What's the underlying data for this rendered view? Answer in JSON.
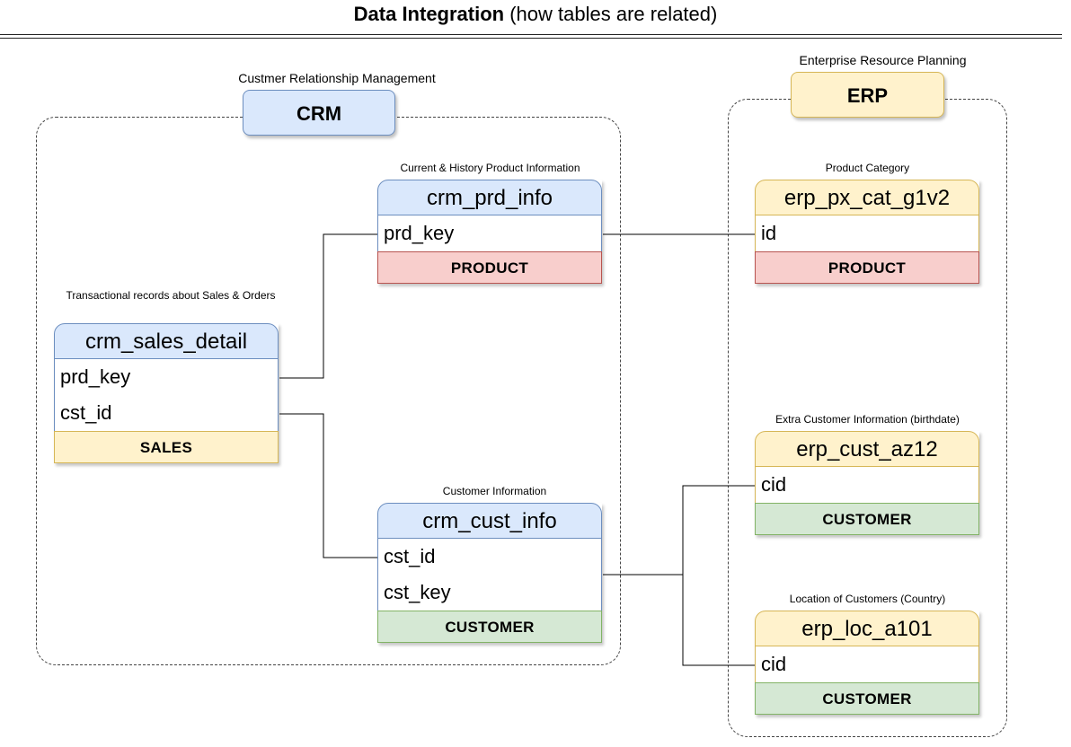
{
  "title": {
    "bold": "Data Integration",
    "rest": " (how tables are related)"
  },
  "groups": {
    "crm": {
      "label": "CRM",
      "caption": "Custmer Relationship Management"
    },
    "erp": {
      "label": "ERP",
      "caption": "Enterprise Resource Planning"
    }
  },
  "tables": {
    "crm_prd_info": {
      "caption": "Current & History Product Information",
      "name": "crm_prd_info",
      "fields": [
        "prd_key"
      ],
      "category": "PRODUCT"
    },
    "crm_sales_detail": {
      "caption": "Transactional records about Sales & Orders",
      "name": "crm_sales_detail",
      "fields": [
        "prd_key",
        "cst_id"
      ],
      "category": "SALES"
    },
    "crm_cust_info": {
      "caption": "Customer Information",
      "name": "crm_cust_info",
      "fields": [
        "cst_id",
        "cst_key"
      ],
      "category": "CUSTOMER"
    },
    "erp_px_cat_g1v2": {
      "caption": "Product Category",
      "name": "erp_px_cat_g1v2",
      "fields": [
        "id"
      ],
      "category": "PRODUCT"
    },
    "erp_cust_az12": {
      "caption": "Extra Customer Information (birthdate)",
      "name": "erp_cust_az12",
      "fields": [
        "cid"
      ],
      "category": "CUSTOMER"
    },
    "erp_loc_a101": {
      "caption": "Location of Customers (Country)",
      "name": "erp_loc_a101",
      "fields": [
        "cid"
      ],
      "category": "CUSTOMER"
    }
  },
  "colors": {
    "crm_header": "#dae8fc",
    "erp_header": "#fff2cc",
    "product": "#f8cecc",
    "sales": "#fff2cc",
    "customer": "#d5e8d4"
  }
}
